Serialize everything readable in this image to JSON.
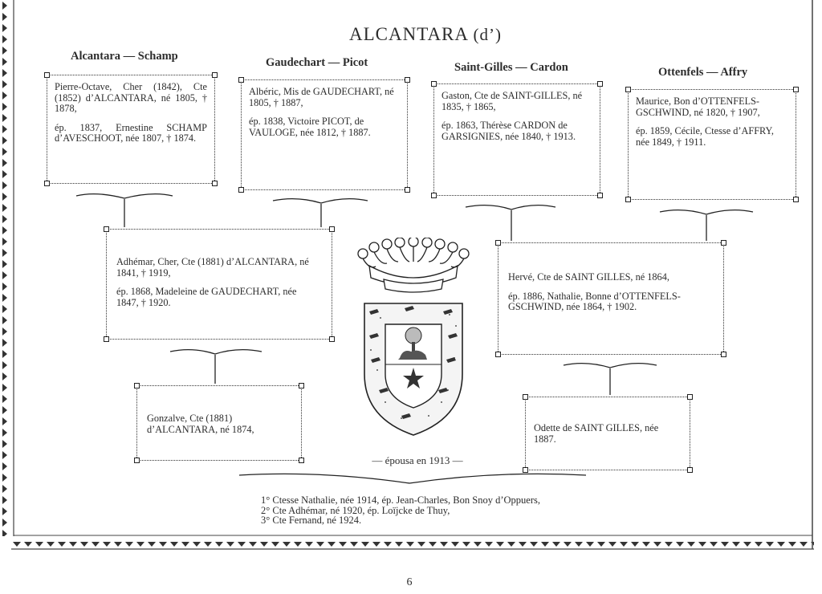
{
  "title": {
    "main": "ALCANTARA",
    "particle": "(d’)"
  },
  "headings": [
    "Alcantara — Schamp",
    "Gaudechart — Picot",
    "Saint-Gilles — Cardon",
    "Ottenfels — Affry"
  ],
  "boxes": {
    "alcantara_schamp": {
      "person": "Pierre-Octave, Cher (1842), Cte (1852) d’ALCANTARA, né 1805, † 1878,",
      "spouse": "ép. 1837, Ernestine SCHAMP d’AVESCHOOT, née 1807, † 1874."
    },
    "gaudechart_picot": {
      "person": "Albéric, Mis de GAUDECHART, né 1805, † 1887,",
      "spouse": "ép. 1838, Victoire PICOT, de VAULOGE, née 1812, † 1887."
    },
    "saint_gilles_cardon": {
      "person": "Gaston, Cte de SAINT-GILLES, né 1835, † 1865,",
      "spouse": "ép. 1863, Thérèse CARDON de GARSIGNIES, née 1840, † 1913."
    },
    "ottenfels_affry": {
      "person": "Maurice, Bon d’OTTENFELS-GSCHWIND, né 1820, † 1907,",
      "spouse": "ép. 1859, Cécile, Ctesse d’AFFRY, née 1849, † 1911."
    },
    "adhemar": {
      "person": "Adhémar, Cher, Cte (1881) d’ALCANTARA, né 1841, † 1919,",
      "spouse": "ép. 1868, Madeleine de GAUDECHART, née 1847, † 1920."
    },
    "herve": {
      "person": "Hervé, Cte de SAINT GILLES, né 1864,",
      "spouse": "ép. 1886, Nathalie, Bonne d’OTTENFELS-GSCHWIND, née 1864, † 1902."
    },
    "gonzalve": {
      "person": "Gonzalve, Cte (1881) d’ALCANTARA, né 1874,"
    },
    "odette": {
      "person": "Odette de SAINT GILLES, née 1887."
    }
  },
  "marriage_note": "— épousa en 1913 —",
  "children": [
    "1° Ctesse Nathalie, née 1914, ép. Jean-Charles, Bon Snoy d’Oppuers,",
    "2° Cte Adhémar, né 1920, ép. Loïjcke de Thuy,",
    "3° Cte Fernand, né 1924."
  ],
  "page_number": "6",
  "coat_of_arms": "coat-of-arms-with-coronet"
}
